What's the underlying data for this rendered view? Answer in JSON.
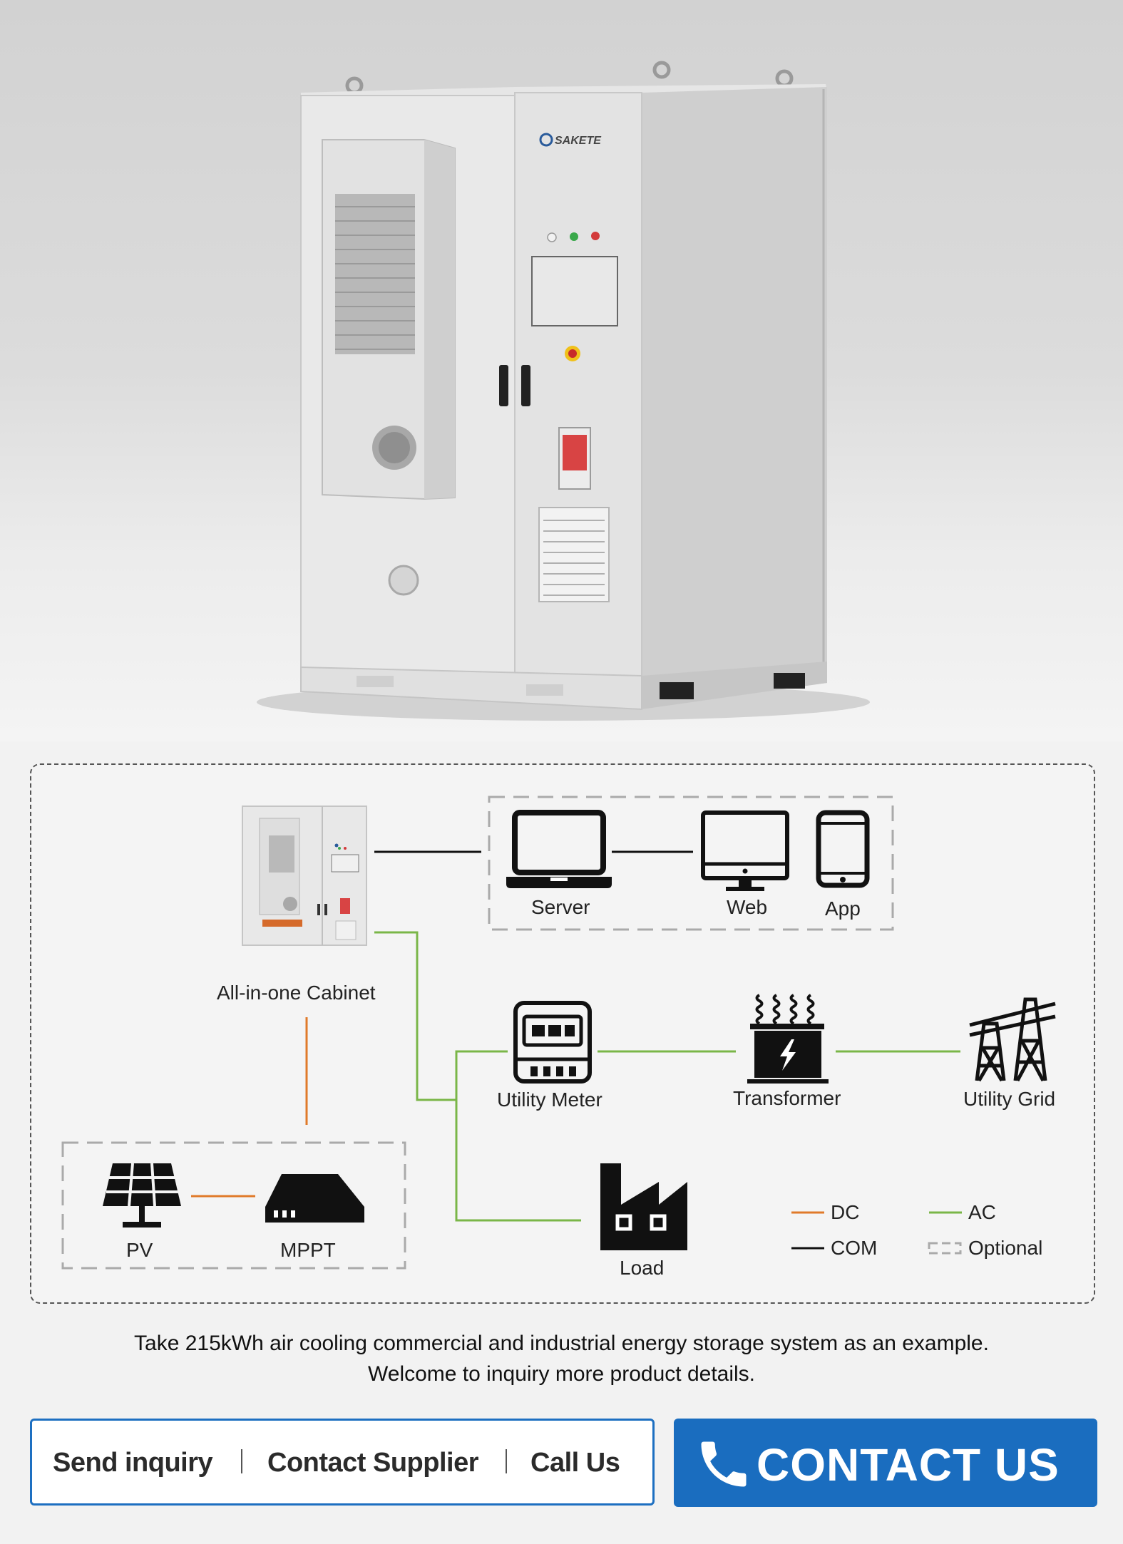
{
  "brand": {
    "logo_text": "SAKETE"
  },
  "diagram": {
    "nodes": {
      "cabinet": "All-in-one Cabinet",
      "server": "Server",
      "web": "Web",
      "app": "App",
      "utility_meter": "Utility Meter",
      "transformer": "Transformer",
      "utility_grid": "Utility Grid",
      "load": "Load",
      "pv": "PV",
      "mppt": "MPPT"
    },
    "legend": {
      "dc": "DC",
      "ac": "AC",
      "com": "COM",
      "optional": "Optional"
    },
    "colors": {
      "dc": "#e07a2a",
      "ac": "#7ab648",
      "com": "#111111",
      "optional": "#aaaaaa"
    }
  },
  "caption": {
    "line1": "Take 215kWh air cooling commercial and industrial energy storage system as an example.",
    "line2": "Welcome to inquiry more product details."
  },
  "actions": {
    "send_inquiry": "Send inquiry",
    "contact_supplier": "Contact Supplier",
    "call_us": "Call Us",
    "contact_us": "CONTACT US"
  },
  "theme": {
    "accent": "#1a6dbf"
  }
}
